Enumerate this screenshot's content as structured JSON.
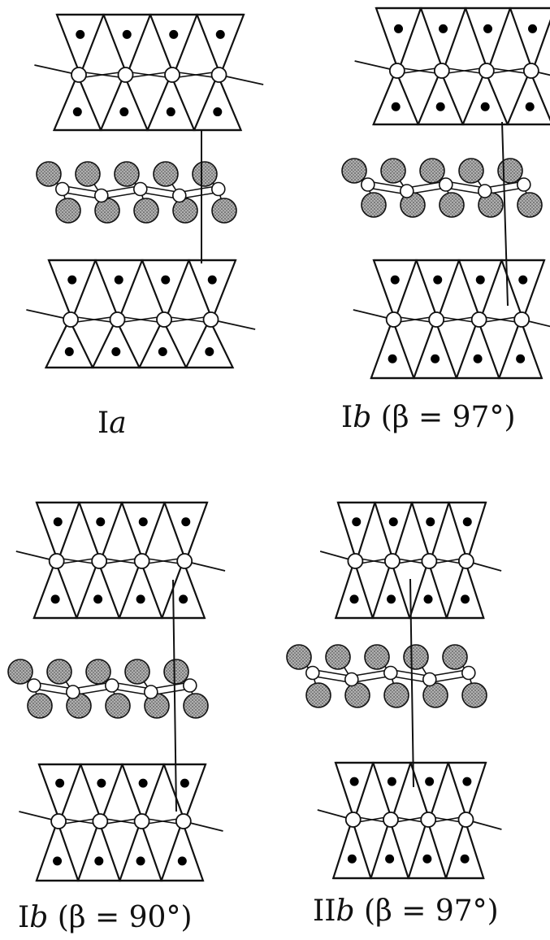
{
  "panels": [
    {
      "id": "ia",
      "label_prefix": "I",
      "label_italic": "a",
      "label_suffix": ""
    },
    {
      "id": "ib97",
      "label_prefix": "I",
      "label_italic": "b",
      "label_suffix": " (β = 97°)"
    },
    {
      "id": "ib90",
      "label_prefix": "I",
      "label_italic": "b",
      "label_suffix": " (β = 90°)"
    },
    {
      "id": "iib97",
      "label_prefix": "II",
      "label_italic": "b",
      "label_suffix": " (β  = 97°)"
    }
  ],
  "colors": {
    "ink": "#111111",
    "shaded_atom": "#8c8c8c",
    "open_atom": "#ffffff",
    "cation": "#000000"
  }
}
